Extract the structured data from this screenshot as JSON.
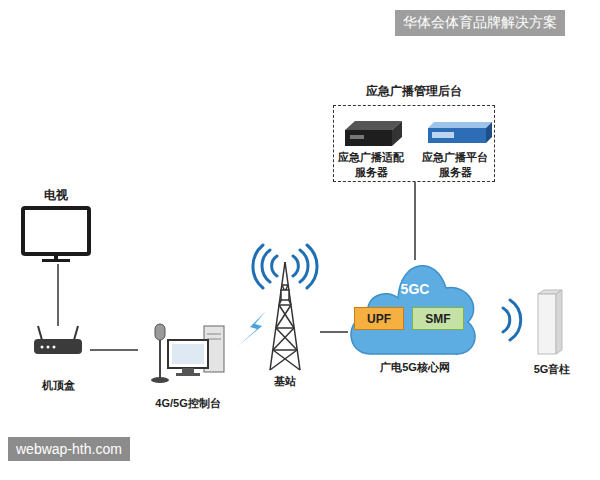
{
  "diagram": {
    "nodes": [
      {
        "text": [
          "应急广播管理后台"
        ]
      },
      {
        "text": [
          "应急广播适配服务器"
        ],
        "in": 0
      },
      {
        "text": [
          "应急广播平台服务器"
        ],
        "in": 0
      },
      {
        "text": [
          "电视"
        ]
      },
      {
        "text": [
          "机顶盒"
        ]
      },
      {
        "text": [
          "4G/5G控制台"
        ]
      },
      {
        "text": [
          "基站"
        ]
      },
      {
        "text": [
          "5GC",
          "广电5G核心网"
        ]
      },
      {
        "text": [
          "UPF"
        ],
        "in": 7
      },
      {
        "text": [
          "SMF"
        ],
        "in": 7
      },
      {
        "text": [
          "5G音柱"
        ]
      }
    ],
    "edges": [
      {
        "from": 3,
        "to": 4,
        "arrow": "none"
      },
      {
        "from": 4,
        "to": 5,
        "arrow": "none"
      },
      {
        "from": 6,
        "to": 7,
        "arrow": "none"
      },
      {
        "from": 0,
        "to": 7,
        "arrow": "none"
      }
    ],
    "labels": [
      "华体会体育品牌解决方案",
      "webwap-hth.com"
    ]
  }
}
